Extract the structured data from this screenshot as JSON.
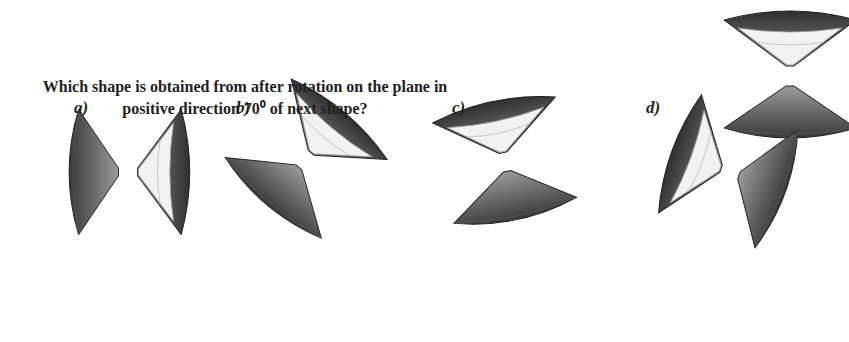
{
  "diagram": {
    "title": "Which shape is obtained from after rotation on the plane in positive direction 70⁰ of next shape?",
    "labels": [
      "a)",
      "b)",
      "c)",
      "d)"
    ]
  }
}
